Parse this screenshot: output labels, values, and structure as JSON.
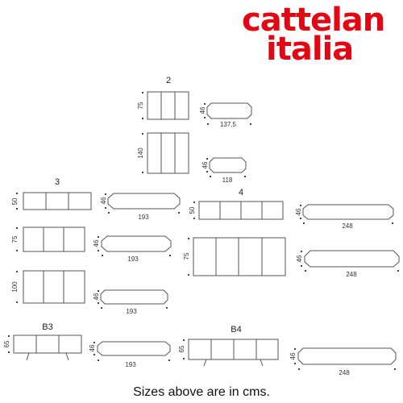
{
  "brand": {
    "line1": "cattelan",
    "line2": "italia",
    "color": "#e30613"
  },
  "caption": "Sizes above are in cms.",
  "groups": {
    "g2": "2",
    "g3": "3",
    "g4": "4",
    "gB3": "B3",
    "gB4": "B4"
  },
  "dims": {
    "d2a_h": "75",
    "d2a_depth": "46",
    "d2a_w": "137,5",
    "d2b_h": "140",
    "d2b_depth": "46",
    "d2b_w": "118",
    "d3a_h": "50",
    "d3a_depth": "46",
    "d3a_w": "193",
    "d3b_h": "75",
    "d3b_depth": "46",
    "d3b_w": "193",
    "d3c_h": "100",
    "d3c_depth": "46",
    "d3c_w": "193",
    "d4a_h": "50",
    "d4a_depth": "46",
    "d4a_w": "248",
    "d4b_h": "75",
    "d4b_depth": "46",
    "d4b_w": "248",
    "dB3_h": "65",
    "dB3_depth": "46",
    "dB3_w": "193",
    "dB4_h": "65",
    "dB4_depth": "46",
    "dB4_w": "248"
  }
}
